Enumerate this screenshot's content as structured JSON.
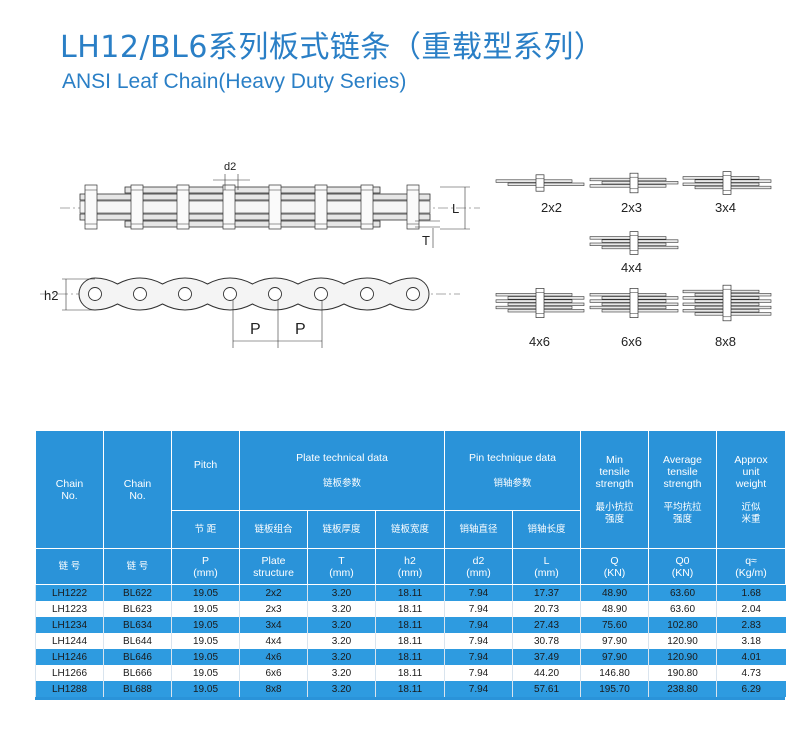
{
  "title_cn": "LH12/BL6系列板式链条（重载型系列）",
  "title_en": "ANSI Leaf Chain(Heavy Duty Series)",
  "drawing": {
    "labels": {
      "d2": "d2",
      "L": "L",
      "T": "T",
      "h2": "h2",
      "P1": "P",
      "P2": "P"
    },
    "variants": [
      "2x2",
      "2x3",
      "3x4",
      "4x4",
      "4x6",
      "6x6",
      "8x8"
    ]
  },
  "table": {
    "header": {
      "chain_no_1": {
        "en": "Chain\nNo.",
        "cn": "链 号"
      },
      "chain_no_2": {
        "en": "Chain\nNo.",
        "cn": "链 号"
      },
      "pitch": {
        "en": "Pitch",
        "cn": "节 距",
        "sym": "P\n(mm)"
      },
      "plate": {
        "en": "Plate technical data",
        "cn": "链板参数"
      },
      "plate_structure": {
        "cn": "链板组合",
        "sym": "Plate\nstructure"
      },
      "plate_thickness": {
        "cn": "链板厚度",
        "sym": "T\n(mm)"
      },
      "plate_width": {
        "cn": "链板宽度",
        "sym": "h2\n(mm)"
      },
      "pin": {
        "en": "Pin technique data",
        "cn": "销轴参数"
      },
      "pin_dia": {
        "cn": "销轴直径",
        "sym": "d2\n(mm)"
      },
      "pin_len": {
        "cn": "销轴长度",
        "sym": "L\n(mm)"
      },
      "min_tensile": {
        "en": "Min\ntensile\nstrength",
        "cn": "最小抗拉\n强度",
        "sym": "Q\n(KN)"
      },
      "avg_tensile": {
        "en": "Average\ntensile\nstrength",
        "cn": "平均抗拉\n强度",
        "sym": "Q0\n(KN)"
      },
      "weight": {
        "en": "Approx\nunit\nweight",
        "cn": "近似\n米重",
        "sym": "q≈\n(Kg/m)"
      }
    },
    "rows": [
      [
        "LH1222",
        "BL622",
        "19.05",
        "2x2",
        "3.20",
        "18.11",
        "7.94",
        "17.37",
        "48.90",
        "63.60",
        "1.68"
      ],
      [
        "LH1223",
        "BL623",
        "19.05",
        "2x3",
        "3.20",
        "18.11",
        "7.94",
        "20.73",
        "48.90",
        "63.60",
        "2.04"
      ],
      [
        "LH1234",
        "BL634",
        "19.05",
        "3x4",
        "3.20",
        "18.11",
        "7.94",
        "27.43",
        "75.60",
        "102.80",
        "2.83"
      ],
      [
        "LH1244",
        "BL644",
        "19.05",
        "4x4",
        "3.20",
        "18.11",
        "7.94",
        "30.78",
        "97.90",
        "120.90",
        "3.18"
      ],
      [
        "LH1246",
        "BL646",
        "19.05",
        "4x6",
        "3.20",
        "18.11",
        "7.94",
        "37.49",
        "97.90",
        "120.90",
        "4.01"
      ],
      [
        "LH1266",
        "BL666",
        "19.05",
        "6x6",
        "3.20",
        "18.11",
        "7.94",
        "44.20",
        "146.80",
        "190.80",
        "4.73"
      ],
      [
        "LH1288",
        "BL688",
        "19.05",
        "8x8",
        "3.20",
        "18.11",
        "7.94",
        "57.61",
        "195.70",
        "238.80",
        "6.29"
      ]
    ]
  },
  "colors": {
    "title": "#2a7fc6",
    "header_bg": "#2a93d9",
    "row_blue": "#2e9be0"
  }
}
